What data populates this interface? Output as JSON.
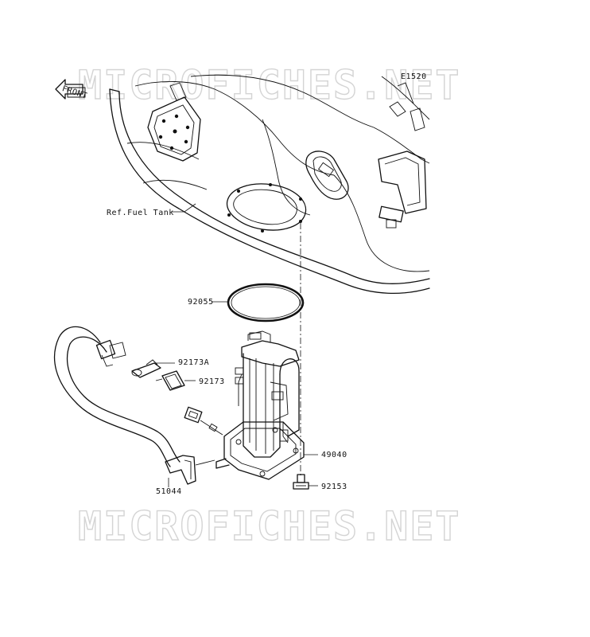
{
  "watermark": {
    "top": "MICROFICHES.NET",
    "bottom": "MICROFICHES.NET"
  },
  "diagram_code": "E1520",
  "front_arrow": {
    "label": "FRONT"
  },
  "labels": {
    "fuel_tank": "Ref.Fuel Tank",
    "p92055": "92055",
    "p92173A": "92173A",
    "p92173": "92173",
    "p49040": "49040",
    "p51044": "51044",
    "p92153": "92153"
  }
}
